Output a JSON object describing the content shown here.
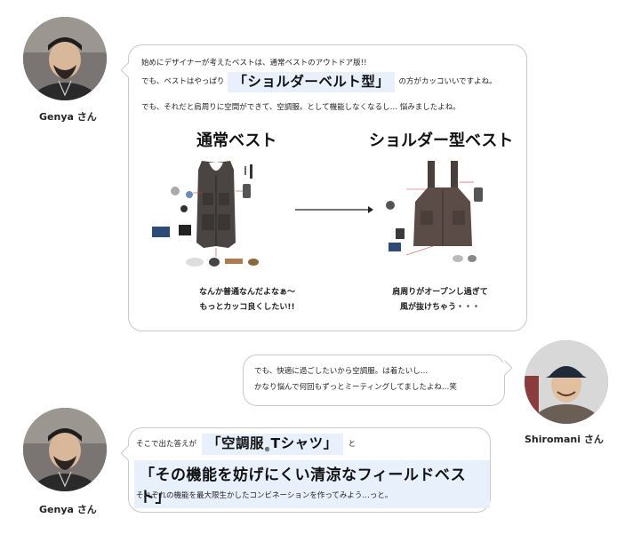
{
  "speakers": {
    "genya": {
      "name": "Genya さん"
    },
    "shiromani": {
      "name": "Shiromani さん"
    }
  },
  "bubble1": {
    "line1": "始めにデザイナーが考えたベストは、通常ベストのアウトドア版!!",
    "line2_pre": "でも、ベストはやっぱり",
    "line2_highlight": "「ショルダーベルト型」",
    "line2_post": "の方がカッコいいですよね。",
    "line3": "でも、それだと肩周りに空間ができて、空調服。として機能しなくなるし…  悩みましたよね。",
    "left_title": "通常ベスト",
    "right_title": "ショルダー型ベスト",
    "left_caption": [
      "なんか普通なんだよなぁ〜",
      "もっとカッコ良くしたい!!"
    ],
    "right_caption": [
      "肩周りがオープンし過ぎて",
      "風が抜けちゃう・・・"
    ]
  },
  "bubble2": {
    "line1": "でも、快適に過ごしたいから空調服。は着たいし…",
    "line2": "かなり悩んで何回もずっとミーティングしてましたよね…笑"
  },
  "bubble3": {
    "line1_pre": "そこで出た答えが",
    "hl1_a": "「空調服",
    "hl1_reg": "®",
    "hl1_b": "Tシャツ」",
    "line1_post": "と",
    "hl2": "「その機能を妨げにくい清涼なフィールドベスト」",
    "line3": "それぞれの機能を最大限生かしたコンビネーションを作ってみよう…っと。"
  },
  "colors": {
    "highlight_bg": "#e7f0fb",
    "border": "#c9c9c9",
    "vest": "#4a4542"
  }
}
